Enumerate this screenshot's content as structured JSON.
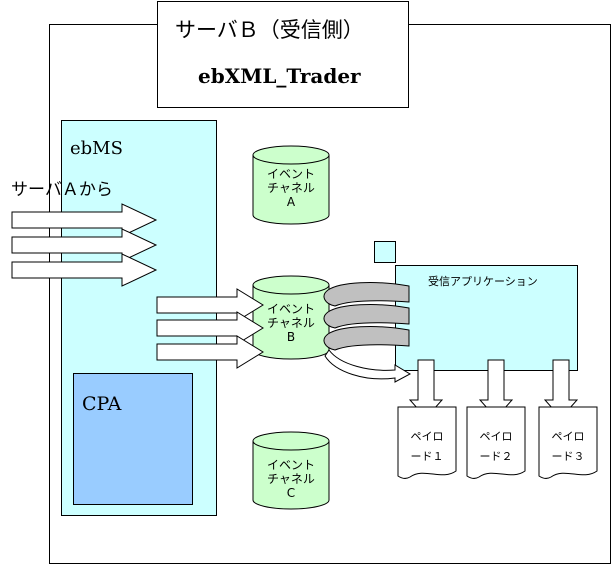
{
  "title": {
    "line1": "サーバＢ（受信側）",
    "line2": "ebXML_Trader"
  },
  "ebms": {
    "label": "ebMS",
    "source_label": "サーバＡから",
    "cpa_label": "CPA"
  },
  "channels": [
    {
      "line1": "イベント",
      "line2": "チャネル",
      "line3": "A"
    },
    {
      "line1": "イベント",
      "line2": "チャネル",
      "line3": "B"
    },
    {
      "line1": "イベント",
      "line2": "チャネル",
      "line3": "C"
    }
  ],
  "application": {
    "label": "受信アプリケーション"
  },
  "payloads": [
    {
      "line1": "ペイロ",
      "line2": "ード１"
    },
    {
      "line1": "ペイロ",
      "line2": "ード２"
    },
    {
      "line1": "ペイロ",
      "line2": "ード３"
    }
  ],
  "colors": {
    "ebms_fill": "#ccffff",
    "cpa_fill": "#99ccff",
    "channel_fill": "#ccffcc",
    "application_fill": "#ccffff",
    "curved_arrow_fill": "#c0c0c0"
  }
}
